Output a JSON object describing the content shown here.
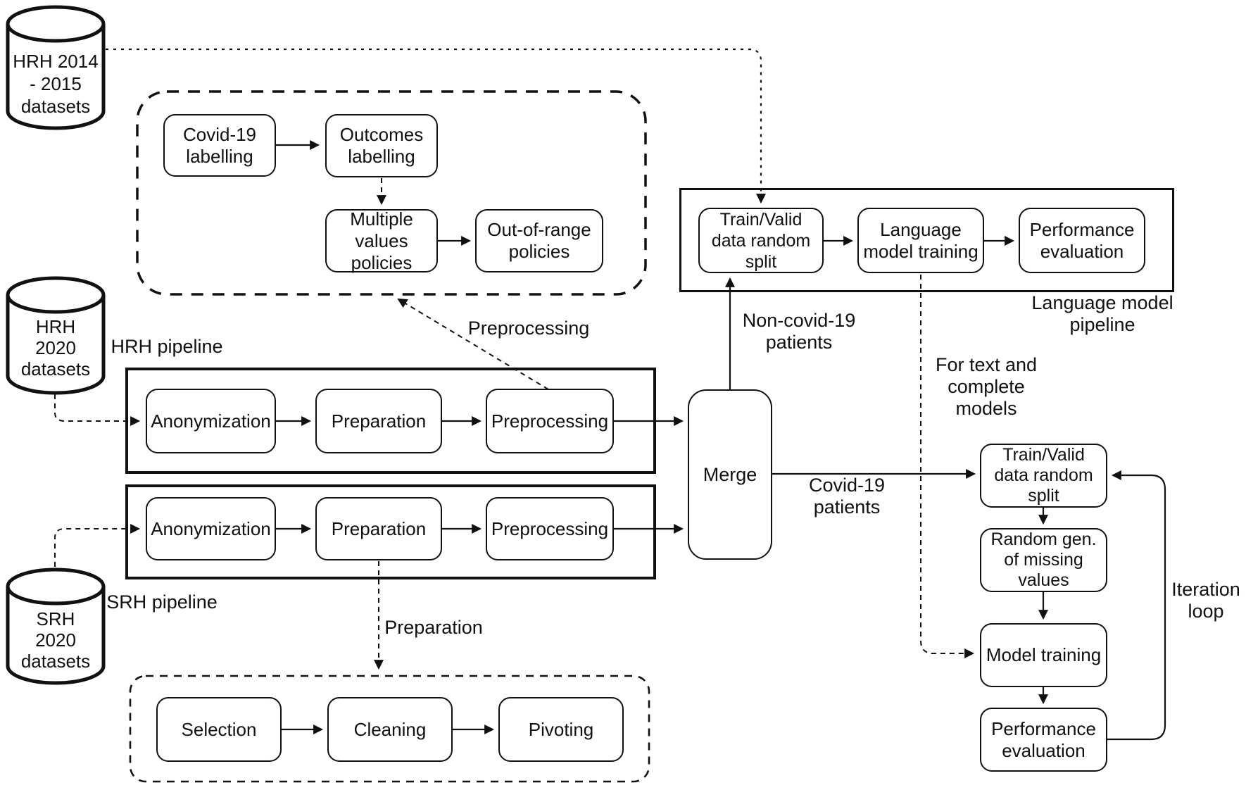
{
  "colors": {
    "stroke": "#111111",
    "fill": "#ffffff",
    "background": "#ffffff"
  },
  "datasets": [
    {
      "label": "HRH 2014\n- 2015\ndatasets"
    },
    {
      "label": "HRH\n2020\ndatasets"
    },
    {
      "label": "SRH\n2020\ndatasets"
    }
  ],
  "groups": {
    "preprocessing_detail": {
      "type": "dashed-container"
    },
    "preparation_detail": {
      "type": "dashed-container"
    },
    "hrh_pipeline": {
      "label": "HRH pipeline"
    },
    "srh_pipeline": {
      "label": "SRH pipeline"
    },
    "language_model_pipeline": {
      "label": "Language model\npipeline"
    }
  },
  "nodes": {
    "covid_labelling": "Covid-19\nlabelling",
    "outcomes_labelling": "Outcomes\nlabelling",
    "multiple_values_policies": "Multiple\nvalues policies",
    "out_of_range_policies": "Out-of-range\npolicies",
    "hrh_anonymization": "Anonymization",
    "hrh_preparation": "Preparation",
    "hrh_preprocessing": "Preprocessing",
    "srh_anonymization": "Anonymization",
    "srh_preparation": "Preparation",
    "srh_preprocessing": "Preprocessing",
    "merge": "Merge",
    "lm_train_valid_split": "Train/Valid\ndata random\nsplit",
    "lm_training": "Language\nmodel training",
    "lm_performance": "Performance\nevaluation",
    "cv_train_valid_split": "Train/Valid\ndata random\nsplit",
    "cv_random_gen": "Random gen.\nof missing\nvalues",
    "cv_model_training": "Model training",
    "cv_performance": "Performance\nevaluation",
    "selection": "Selection",
    "cleaning": "Cleaning",
    "pivoting": "Pivoting"
  },
  "edge_labels": {
    "preprocessing": "Preprocessing",
    "preparation": "Preparation",
    "non_covid_patients": "Non-covid-19\npatients",
    "covid_patients": "Covid-19\npatients",
    "for_text_models": "For text and\ncomplete\nmodels",
    "iteration_loop": "Iteration\nloop"
  }
}
